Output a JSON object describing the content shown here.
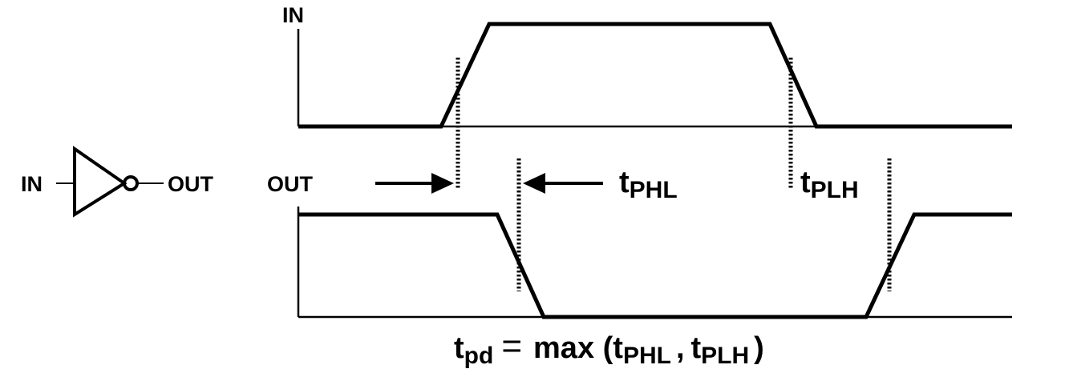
{
  "gate": {
    "input_label": "IN",
    "output_label": "OUT"
  },
  "in_axis_label": "IN",
  "out_axis_label": "OUT",
  "tphl": {
    "t": "t",
    "sub": "PHL"
  },
  "tplh": {
    "t": "t",
    "sub": "PLH"
  },
  "formula": {
    "t": "t",
    "sub_pd": "pd",
    "eq": "=",
    "max": "max (",
    "t1": "t",
    "sub1": "PHL",
    "comma": ",",
    "t2": "t",
    "sub2": "PLH",
    "close": ")"
  }
}
